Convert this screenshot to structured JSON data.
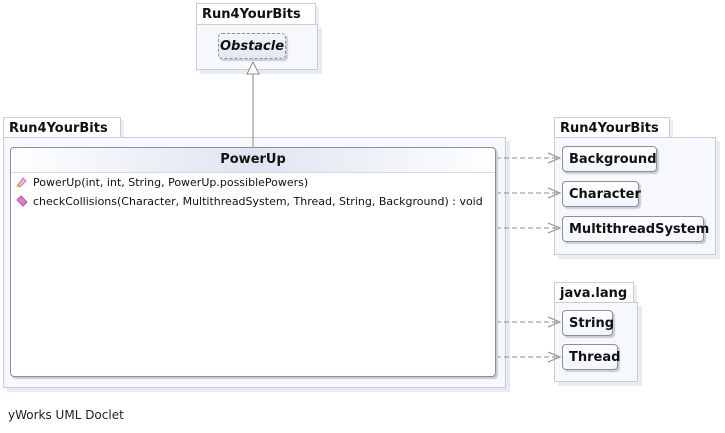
{
  "packages": {
    "top": {
      "name": "Run4YourBits"
    },
    "main": {
      "name": "Run4YourBits"
    },
    "right_top": {
      "name": "Run4YourBits"
    },
    "right_bottom": {
      "name": "java.lang"
    }
  },
  "classes": {
    "obstacle": "Obstacle",
    "powerup": "PowerUp",
    "background": "Background",
    "character": "Character",
    "multithread_system": "MultithreadSystem",
    "string": "String",
    "thread": "Thread"
  },
  "members": [
    {
      "text": "PowerUp(int, int, String, PowerUp.possiblePowers)",
      "icon": "constructor-icon"
    },
    {
      "text": "checkCollisions(Character, MultithreadSystem, Thread, String, Background) : void",
      "icon": "method-icon"
    }
  ],
  "footer": "yWorks UML Doclet",
  "colors": {
    "frame_border": "#c8ccd8",
    "frame_fill": "#f7f8fc",
    "class_border": "#8a8f9c",
    "dependency_line": "#8c8c8c",
    "inheritance_line": "#8c8c8c"
  }
}
